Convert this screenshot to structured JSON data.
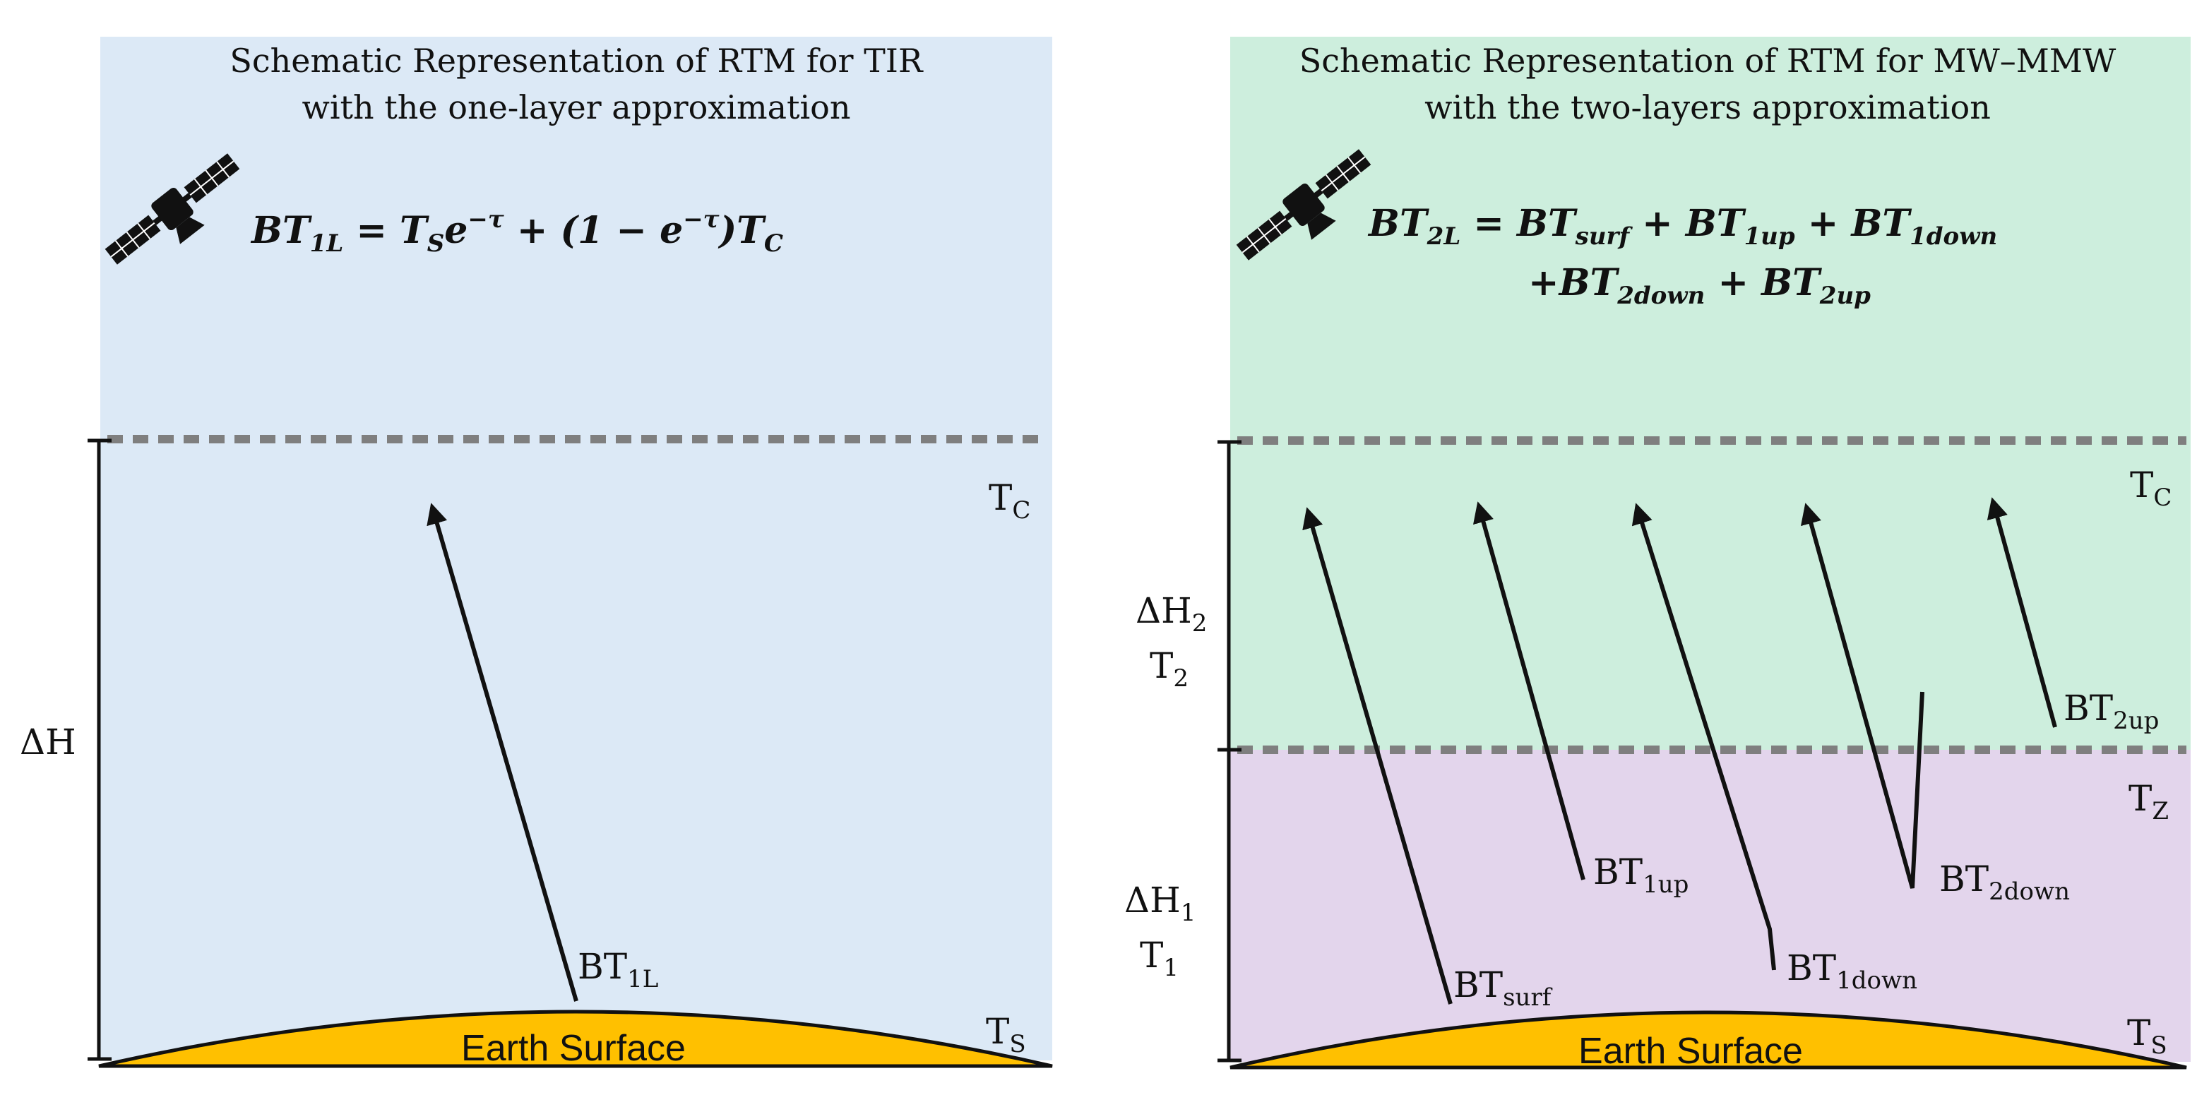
{
  "colors": {
    "tir_background": "#dce9f6",
    "mw_upper_background": "#cdeedd",
    "mw_lower_background": "#e3d5ec",
    "earth_fill": "#ffc000",
    "dashed_line": "#7f7f7f"
  },
  "icons": [
    "satellite-icon"
  ],
  "left_panel": {
    "title_line1": "Schematic Representation of RTM for TIR",
    "title_line2": "with the one-layer approximation",
    "equation": {
      "lhs": "BT",
      "lhs_sub": "1L",
      "eq1": " = ",
      "ts": "T",
      "ts_sub": "S",
      "e1": "e",
      "exp1": "−τ",
      "mid": " + (1 − ",
      "e2": "e",
      "exp2": "−τ",
      "close": ")",
      "tc": "T",
      "tc_sub": "C"
    },
    "delta_h": "ΔH",
    "tc_label": "T",
    "tc_sub": "C",
    "ts_label": "T",
    "ts_sub": "S",
    "arrow_label": "BT",
    "arrow_sub": "1L",
    "earth_label": "Earth Surface"
  },
  "right_panel": {
    "title_line1": "Schematic Representation of RTM for MW–MMW",
    "title_line2": "with the two-layers approximation",
    "equation": {
      "lhs": "BT",
      "lhs_sub": "2L",
      "eq": " = ",
      "t1": "BT",
      "t1_sub": "surf",
      "plus1": " + ",
      "t2": "BT",
      "t2_sub": "1up",
      "plus2": " + ",
      "t3": "BT",
      "t3_sub": "1down",
      "plus3": "+",
      "t4": "BT",
      "t4_sub": "2down",
      "plus4": " + ",
      "t5": "BT",
      "t5_sub": "2up"
    },
    "dh2": "ΔH",
    "dh2_sub": "2",
    "t2": "T",
    "t2_sub": "2",
    "dh1": "ΔH",
    "dh1_sub": "1",
    "t1": "T",
    "t1_sub": "1",
    "tc_label": "T",
    "tc_sub": "C",
    "tz_label": "T",
    "tz_sub": "Z",
    "ts_label": "T",
    "ts_sub": "S",
    "arrows": [
      {
        "label": "BT",
        "sub": "surf"
      },
      {
        "label": "BT",
        "sub": "1up"
      },
      {
        "label": "BT",
        "sub": "1down"
      },
      {
        "label": "BT",
        "sub": "2down"
      },
      {
        "label": "BT",
        "sub": "2up"
      }
    ],
    "earth_label": "Earth Surface"
  }
}
